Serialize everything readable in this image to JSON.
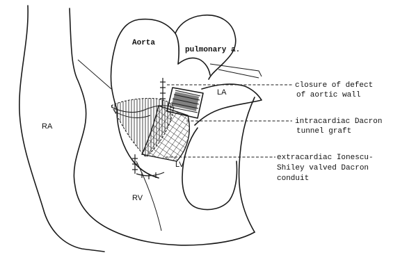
{
  "labels": {
    "aorta": "Aorta",
    "pulmonary": "pulmonary a.",
    "la": "LA",
    "ra": "RA",
    "lv": "LV",
    "rv": "RV"
  },
  "annotations": [
    {
      "line1": "closure of defect",
      "line2": "of aortic wall"
    },
    {
      "line1": "intracardiac Dacron",
      "line2": "tunnel graft"
    },
    {
      "line1": "extracardiac Ionescu-",
      "line2": "Shiley valved Dacron",
      "line3": "conduit"
    }
  ]
}
